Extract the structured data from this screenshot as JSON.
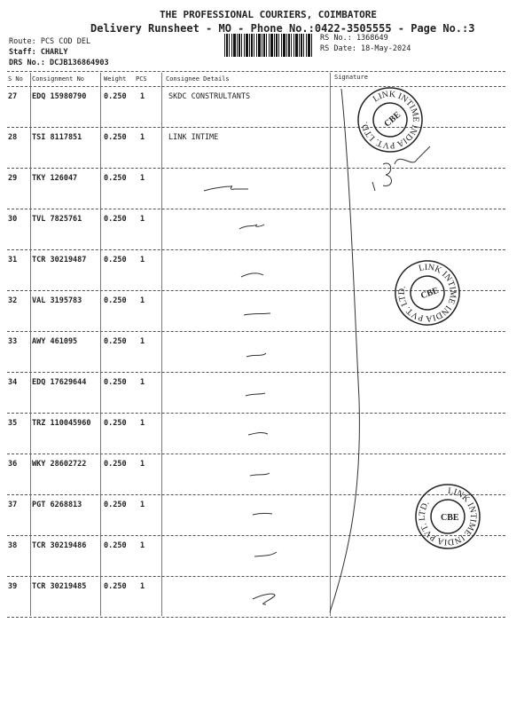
{
  "header": {
    "company": "THE PROFESSIONAL COURIERS, COIMBATORE",
    "subtitle": "Delivery Runsheet - MO - Phone No.:0422-3505555 - Page No.:3",
    "route": "Route: PCS COD DEL",
    "staff": "Staff: CHARLY",
    "drs_no": "DRS No.: DCJB136864903",
    "rs_no": "RS No.: 1368649",
    "rs_date": "RS Date: 18-May-2024"
  },
  "columns": [
    "S No",
    "Consignment No",
    "Weight",
    "PCS",
    "Consignee Details",
    "Signature"
  ],
  "rows": [
    {
      "sno": "27",
      "cn": "EDQ 15980790",
      "wt": "0.250",
      "pcs": "1",
      "consignee": "SKDC  CONSTRULTANTS"
    },
    {
      "sno": "28",
      "cn": "TSI 8117851",
      "wt": "0.250",
      "pcs": "1",
      "consignee": "LINK INTIME"
    },
    {
      "sno": "29",
      "cn": "TKY 126047",
      "wt": "0.250",
      "pcs": "1",
      "consignee": ""
    },
    {
      "sno": "30",
      "cn": "TVL 7825761",
      "wt": "0.250",
      "pcs": "1",
      "consignee": ""
    },
    {
      "sno": "31",
      "cn": "TCR 30219487",
      "wt": "0.250",
      "pcs": "1",
      "consignee": ""
    },
    {
      "sno": "32",
      "cn": "VAL 3195783",
      "wt": "0.250",
      "pcs": "1",
      "consignee": ""
    },
    {
      "sno": "33",
      "cn": "AWY 461095",
      "wt": "0.250",
      "pcs": "1",
      "consignee": ""
    },
    {
      "sno": "34",
      "cn": "EDQ 17629644",
      "wt": "0.250",
      "pcs": "1",
      "consignee": ""
    },
    {
      "sno": "35",
      "cn": "TRZ 110045960",
      "wt": "0.250",
      "pcs": "1",
      "consignee": ""
    },
    {
      "sno": "36",
      "cn": "WKY 28602722",
      "wt": "0.250",
      "pcs": "1",
      "consignee": ""
    },
    {
      "sno": "37",
      "cn": "PGT 6268813",
      "wt": "0.250",
      "pcs": "1",
      "consignee": ""
    },
    {
      "sno": "38",
      "cn": "TCR 30219486",
      "wt": "0.250",
      "pcs": "1",
      "consignee": ""
    },
    {
      "sno": "39",
      "cn": "TCR 30219485",
      "wt": "0.250",
      "pcs": "1",
      "consignee": ""
    }
  ],
  "stamp": {
    "text": "LINK INTIME INDIA PVT. LTD.",
    "center": "CBE"
  },
  "ink_color": "#333333"
}
